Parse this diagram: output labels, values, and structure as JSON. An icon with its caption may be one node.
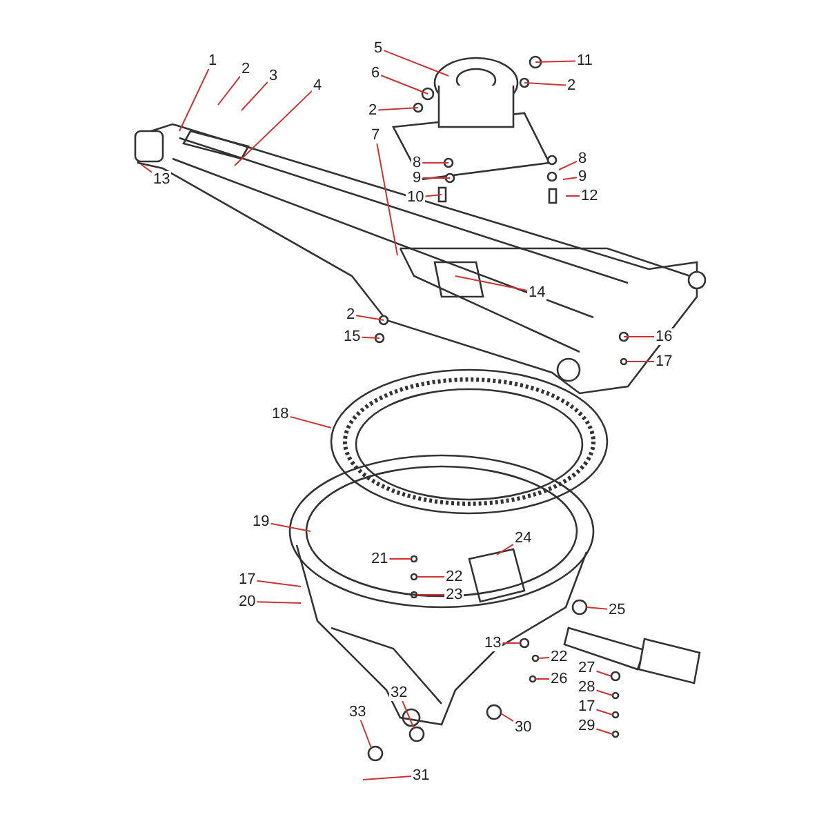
{
  "diagram": {
    "nodes": [
      {
        "text": [
          "1"
        ]
      },
      {
        "text": [
          "2"
        ]
      },
      {
        "text": [
          "3"
        ]
      },
      {
        "text": [
          "4"
        ]
      },
      {
        "text": [
          "5"
        ]
      },
      {
        "text": [
          "6"
        ]
      },
      {
        "text": [
          "2"
        ]
      },
      {
        "text": [
          "7"
        ]
      },
      {
        "text": [
          "11"
        ]
      },
      {
        "text": [
          "2"
        ]
      },
      {
        "text": [
          "8"
        ]
      },
      {
        "text": [
          "9"
        ]
      },
      {
        "text": [
          "10"
        ]
      },
      {
        "text": [
          "8"
        ]
      },
      {
        "text": [
          "9"
        ]
      },
      {
        "text": [
          "12"
        ]
      },
      {
        "text": [
          "13"
        ]
      },
      {
        "text": [
          "14"
        ]
      },
      {
        "text": [
          "2"
        ]
      },
      {
        "text": [
          "15"
        ]
      },
      {
        "text": [
          "16"
        ]
      },
      {
        "text": [
          "17"
        ]
      },
      {
        "text": [
          "18"
        ]
      },
      {
        "text": [
          "19"
        ]
      },
      {
        "text": [
          "17"
        ]
      },
      {
        "text": [
          "20"
        ]
      },
      {
        "text": [
          "21"
        ]
      },
      {
        "text": [
          "22"
        ]
      },
      {
        "text": [
          "23"
        ]
      },
      {
        "text": [
          "24"
        ]
      },
      {
        "text": [
          "25"
        ]
      },
      {
        "text": [
          "13"
        ]
      },
      {
        "text": [
          "22"
        ]
      },
      {
        "text": [
          "26"
        ]
      },
      {
        "text": [
          "27"
        ]
      },
      {
        "text": [
          "28"
        ]
      },
      {
        "text": [
          "17"
        ]
      },
      {
        "text": [
          "29"
        ]
      },
      {
        "text": [
          "32"
        ]
      },
      {
        "text": [
          "33"
        ]
      },
      {
        "text": [
          "31"
        ]
      },
      {
        "text": [
          "30"
        ]
      },
      {
        "text": [],
        "shape": "picture"
      }
    ],
    "edges": [
      {
        "from": 0,
        "to": null,
        "arrow": "none"
      },
      {
        "from": 1,
        "to": null,
        "arrow": "none"
      },
      {
        "from": 2,
        "to": null,
        "arrow": "none"
      },
      {
        "from": 3,
        "to": null,
        "arrow": "none"
      },
      {
        "from": 4,
        "to": null,
        "arrow": "none"
      },
      {
        "from": 5,
        "to": null,
        "arrow": "none"
      },
      {
        "from": 6,
        "to": null,
        "arrow": "none"
      },
      {
        "from": 7,
        "to": null,
        "arrow": "none"
      },
      {
        "from": 8,
        "to": null,
        "arrow": "none"
      },
      {
        "from": 9,
        "to": null,
        "arrow": "none"
      },
      {
        "from": 10,
        "to": null,
        "arrow": "none"
      },
      {
        "from": 11,
        "to": null,
        "arrow": "none"
      },
      {
        "from": 12,
        "to": null,
        "arrow": "none"
      },
      {
        "from": 13,
        "to": null,
        "arrow": "none"
      },
      {
        "from": 14,
        "to": null,
        "arrow": "none"
      },
      {
        "from": 15,
        "to": null,
        "arrow": "none"
      },
      {
        "from": 16,
        "to": null,
        "arrow": "none"
      },
      {
        "from": 17,
        "to": null,
        "arrow": "none"
      },
      {
        "from": 18,
        "to": null,
        "arrow": "none"
      },
      {
        "from": 19,
        "to": null,
        "arrow": "none"
      },
      {
        "from": 20,
        "to": null,
        "arrow": "none"
      },
      {
        "from": 21,
        "to": null,
        "arrow": "none"
      },
      {
        "from": 22,
        "to": 42,
        "arrow": "none"
      },
      {
        "from": 23,
        "to": null,
        "arrow": "none"
      },
      {
        "from": 24,
        "to": null,
        "arrow": "none"
      },
      {
        "from": 25,
        "to": null,
        "arrow": "none"
      },
      {
        "from": 26,
        "to": null,
        "arrow": "none"
      },
      {
        "from": 27,
        "to": null,
        "arrow": "none"
      },
      {
        "from": 28,
        "to": null,
        "arrow": "none"
      },
      {
        "from": 29,
        "to": null,
        "arrow": "none"
      },
      {
        "from": 30,
        "to": null,
        "arrow": "none"
      },
      {
        "from": 31,
        "to": null,
        "arrow": "none"
      },
      {
        "from": 32,
        "to": null,
        "arrow": "none"
      },
      {
        "from": 33,
        "to": null,
        "arrow": "none"
      },
      {
        "from": 34,
        "to": null,
        "arrow": "none"
      },
      {
        "from": 35,
        "to": null,
        "arrow": "none"
      },
      {
        "from": 36,
        "to": null,
        "arrow": "none"
      },
      {
        "from": 37,
        "to": null,
        "arrow": "none"
      },
      {
        "from": 38,
        "to": null,
        "arrow": "none"
      },
      {
        "from": 39,
        "to": null,
        "arrow": "none"
      },
      {
        "from": 40,
        "to": null,
        "arrow": "none"
      },
      {
        "from": 41,
        "to": null,
        "arrow": "none"
      }
    ]
  }
}
